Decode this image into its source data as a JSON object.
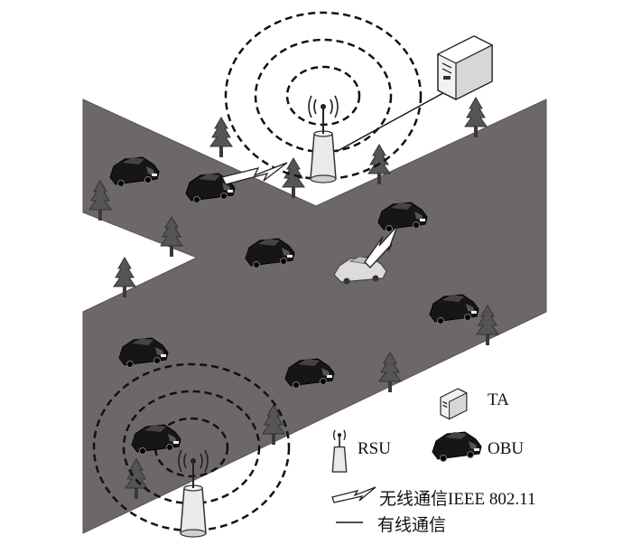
{
  "legend": {
    "ta_label": "TA",
    "rsu_label": "RSU",
    "obu_label": "OBU",
    "wireless_label": "无线通信IEEE 802.11",
    "wired_label": "有线通信"
  },
  "colors": {
    "road": "#6e6767",
    "road_edge": "#5a5454",
    "car_dark": "#1a1a1a",
    "car_light": "#d9d9d9",
    "tree": "#4a4a4a",
    "background": "#ffffff"
  },
  "icons": [
    "server-icon",
    "antenna-icon",
    "car-icon",
    "tree-icon",
    "lightning-icon"
  ]
}
